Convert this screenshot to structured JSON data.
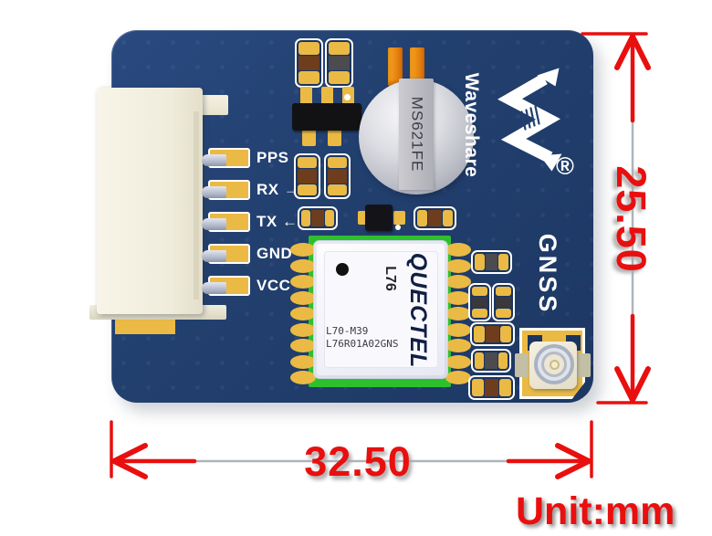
{
  "unit_note": "Unit:mm",
  "dimensions": {
    "width": "32.50",
    "height": "25.50"
  },
  "pins": [
    {
      "label": "PPS",
      "arrow": ""
    },
    {
      "label": "RX",
      "arrow": "→"
    },
    {
      "label": "TX",
      "arrow": "←"
    },
    {
      "label": "GND",
      "arrow": ""
    },
    {
      "label": "VCC",
      "arrow": ""
    }
  ],
  "branding": {
    "name": "Waveshare",
    "registered_mark": "®"
  },
  "board_function_label": "GNSS",
  "gnss_module": {
    "brand": "QUECTEL",
    "model": "L76",
    "marking_line1": "L70-M39",
    "marking_line2": "L76R01A02GNS"
  },
  "rtc_battery_marking": "MS621FE",
  "colors": {
    "board": "#21406e",
    "pad": "#eaba45",
    "silk": "#ffffff",
    "green": "#2dc02d",
    "red": "#e90f0f"
  }
}
